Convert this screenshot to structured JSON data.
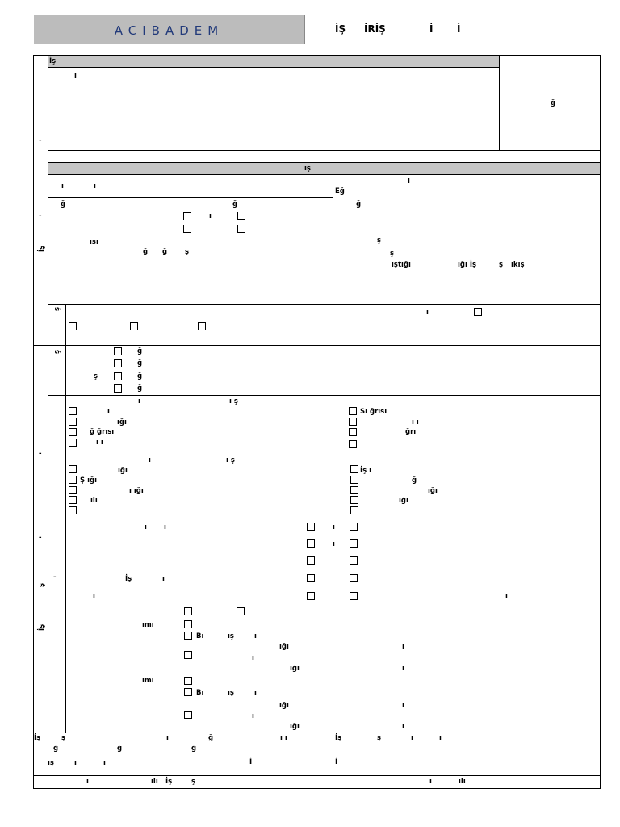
{
  "header": {
    "logo_text": "ACIBADEM",
    "title_parts": [
      "İŞ",
      "İRİŞ",
      "İ",
      "İ"
    ]
  },
  "section1": {
    "heading": "İş",
    "mark": "ı",
    "right_mark": "ğ"
  },
  "section2": {
    "heading": "ış",
    "side_label": "İş",
    "left": {
      "l1": "ı",
      "l2": "ı",
      "a1": "ğ",
      "a2": "ğ",
      "a3": "ı",
      "a4": "ısı",
      "a5": "ğ",
      "a6": "ğ",
      "a7": "ş"
    },
    "right": {
      "r1": "ı",
      "r2": "Eğ",
      "r3": "ğ",
      "r4": "ş",
      "r5": "ş",
      "r6": "ıştığı",
      "r7": "ığı İş",
      "r8": "ş",
      "r9": "ıkış"
    },
    "sub_side": "ş",
    "sub_right_mark": "ı"
  },
  "section3": {
    "side_label": "ş",
    "opts": [
      "ğ",
      "ğ",
      "ğ",
      "ğ"
    ],
    "opt_prefix": "ş"
  },
  "section4": {
    "side_label_1": "İş",
    "side_label_2": "ş",
    "h1a": "ı",
    "h1b": "ı ş",
    "l_items": [
      "ı",
      "ığı",
      "ğ ğrısı",
      "ı ı"
    ],
    "r_items": [
      "Sı ğrısı",
      "ı ı",
      "ğrı"
    ],
    "h2a": "ı",
    "h2b": "ı ş",
    "l2_items": [
      "ığı",
      "Ş ığı",
      "ı ığı",
      "ılı"
    ],
    "r2_items": [
      "İş ı",
      "ğ",
      "ığı",
      "ığı"
    ],
    "h3a": "ı",
    "h3b": "ı",
    "row_marks": [
      "ı",
      "ı"
    ],
    "is_label": "İş",
    "is_mark": "ı",
    "q_mark": "ı",
    "tail_mark": "ı",
    "imi_1": "ımı",
    "imi_2": "ımı",
    "bi_1": "Bı",
    "bi_2": "Bı",
    "ıs_1": "ış",
    "ıs_2": "ış",
    "small": [
      "ı",
      "ığı",
      "ı",
      "ı",
      "ığı",
      "ı",
      "ı",
      "ığı",
      "ı",
      "ı",
      "ığı",
      "ı"
    ]
  },
  "footer": {
    "left_line1": [
      "İş",
      "ş",
      "ı",
      "ğ",
      "ı ı"
    ],
    "left_line2": [
      "ğ",
      "ğ",
      "ğ"
    ],
    "left_line3": [
      "ış",
      "ı",
      "ı",
      "İ"
    ],
    "right_line1": [
      "İş",
      "ş",
      "ı",
      "ı"
    ],
    "right_line3": "İ",
    "bottom": [
      "ı",
      "ılı",
      "İş",
      "ş",
      "ı",
      "ılı"
    ]
  }
}
